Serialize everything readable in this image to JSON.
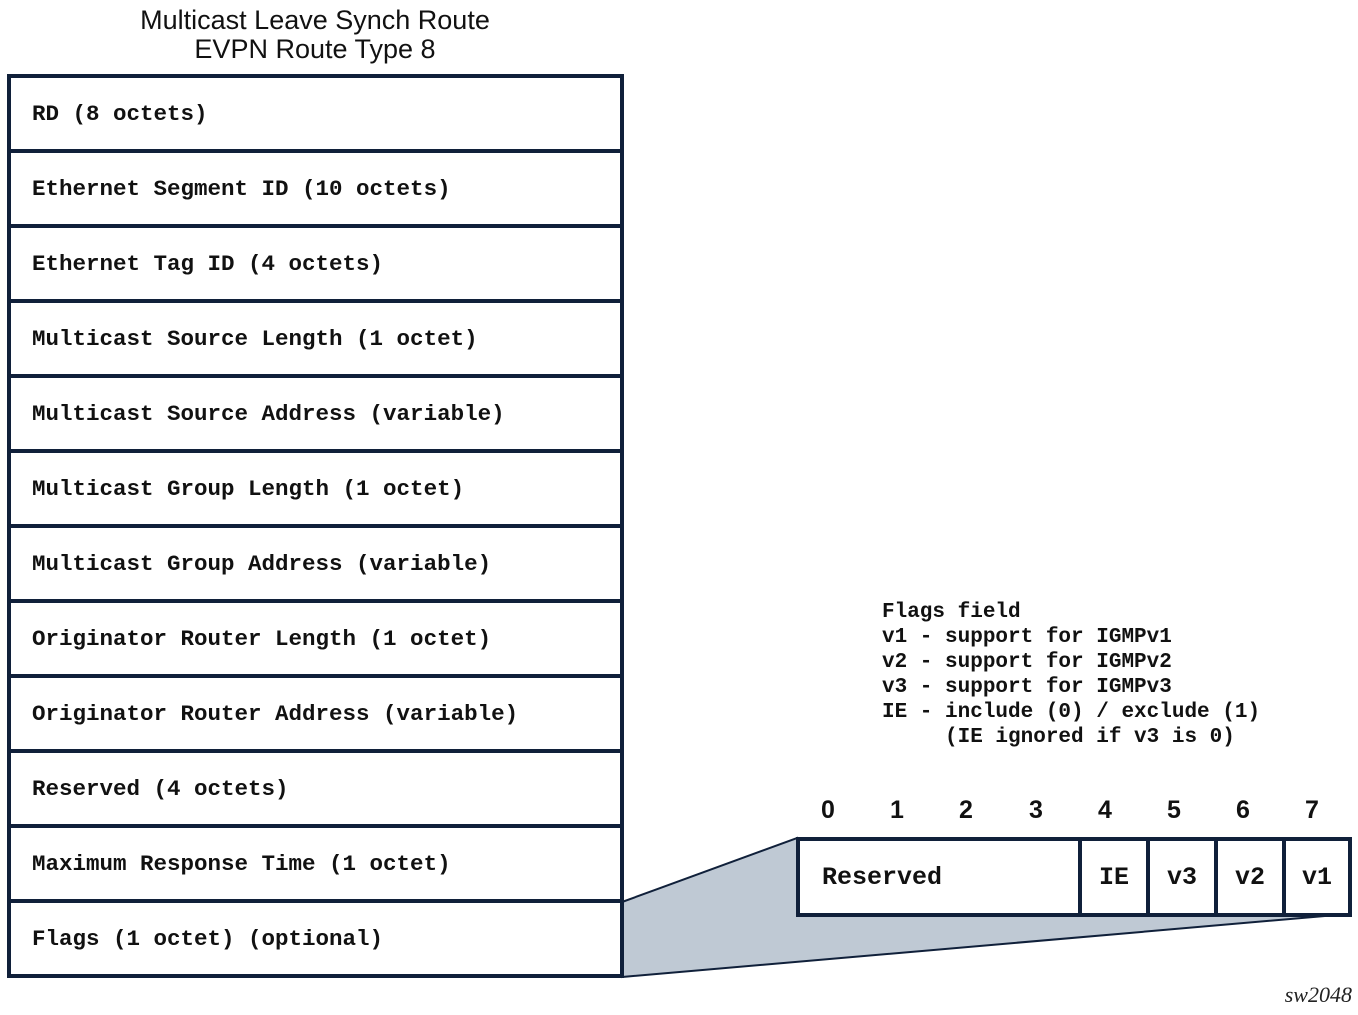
{
  "title": {
    "line1": "Multicast Leave Synch Route",
    "line2": "EVPN Route Type 8"
  },
  "fields": [
    "RD (8 octets)",
    "Ethernet Segment ID (10 octets)",
    "Ethernet Tag ID (4 octets)",
    "Multicast Source Length (1 octet)",
    "Multicast Source Address (variable)",
    "Multicast Group Length (1 octet)",
    "Multicast Group Address (variable)",
    "Originator Router Length (1 octet)",
    "Originator Router Address (variable)",
    "Reserved (4 octets)",
    "Maximum Response Time (1 octet)",
    "Flags (1 octet) (optional)"
  ],
  "flags_legend": [
    "Flags field",
    "v1 - support for IGMPv1",
    "v2 - support for IGMPv2",
    "v3 - support for IGMPv3",
    "IE - include (0) / exclude (1)",
    "     (IE ignored if v3 is 0)"
  ],
  "bit_numbers": [
    "0",
    "1",
    "2",
    "3",
    "4",
    "5",
    "6",
    "7"
  ],
  "flag_cells": [
    "Reserved",
    "IE",
    "v3",
    "v2",
    "v1"
  ],
  "figure_id": "sw2048",
  "colors": {
    "border": "#10203a",
    "wedge_fill": "#bfc9d4"
  }
}
